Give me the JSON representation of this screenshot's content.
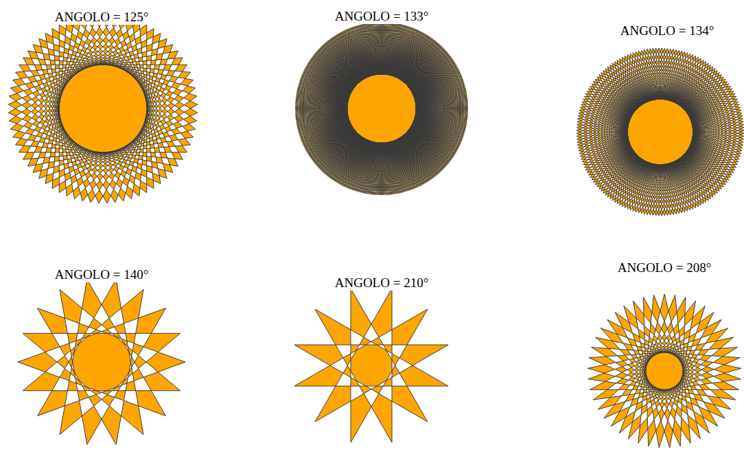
{
  "diagram": {
    "labels": [
      "ANGOLO = 125°",
      "ANGOLO = 133°",
      "ANGOLO = 134°",
      "ANGOLO = 140°",
      "ANGOLO = 210°",
      "ANGOLO = 208°"
    ]
  }
}
